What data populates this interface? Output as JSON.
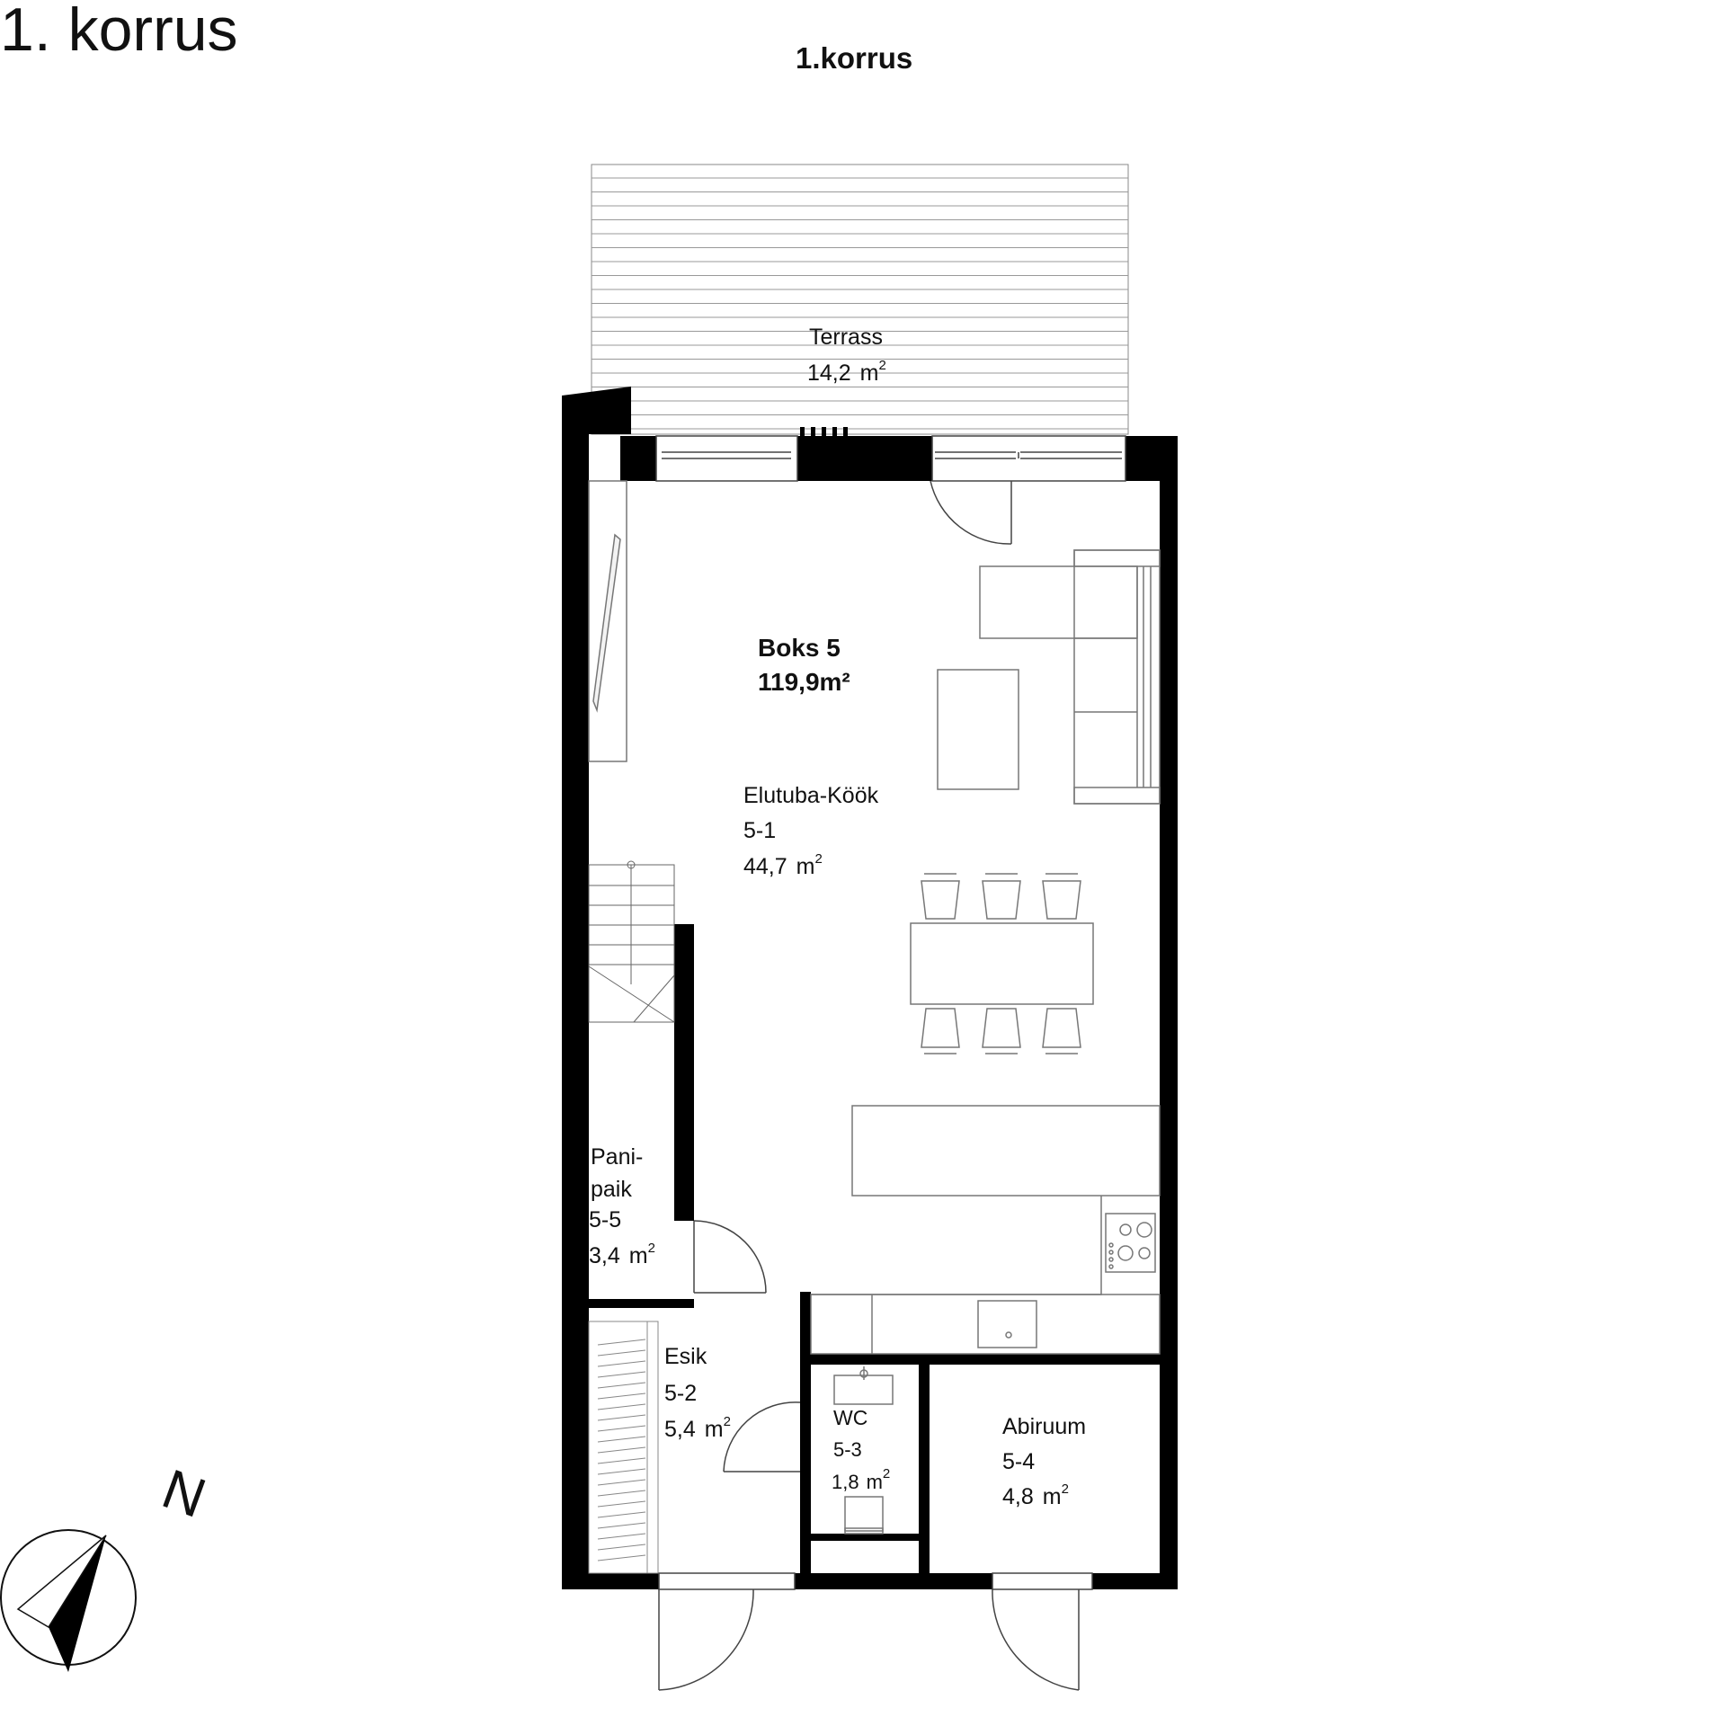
{
  "header": {
    "title": "1. korrus",
    "subtitle": "1.korrus"
  },
  "unit": {
    "name": "Boks 5",
    "area": "119,9m²"
  },
  "rooms": [
    {
      "name": "Terrass",
      "area": "14,2",
      "unit": "m",
      "sup": "2"
    },
    {
      "name": "Elutuba-Köök",
      "code": "5-1",
      "area": "44,7",
      "unit": "m",
      "sup": "2"
    },
    {
      "name_line1": "Pani-",
      "name_line2": "paik",
      "code": "5-5",
      "area": "3,4",
      "unit": "m",
      "sup": "2"
    },
    {
      "name": "Esik",
      "code": "5-2",
      "area": "5,4",
      "unit": "m",
      "sup": "2"
    },
    {
      "name": "WC",
      "code": "5-3",
      "area": "1,8",
      "unit": "m",
      "sup": "2"
    },
    {
      "name": "Abiruum",
      "code": "5-4",
      "area": "4,8",
      "unit": "m",
      "sup": "2"
    }
  ],
  "compass": {
    "label": "N"
  },
  "colors": {
    "wall": "#000000",
    "line": "#555555",
    "furniture": "#777777"
  }
}
